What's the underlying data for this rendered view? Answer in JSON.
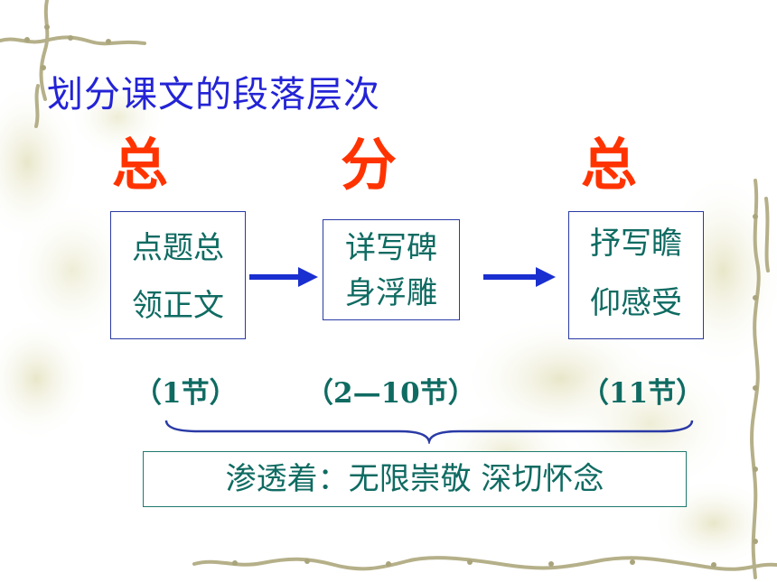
{
  "title": "划分课文的段落层次",
  "structure_labels": [
    "总",
    "分",
    "总"
  ],
  "boxes": [
    {
      "lines": [
        "点题总",
        "领正文"
      ],
      "section": "（1节）"
    },
    {
      "lines": [
        "详写碑",
        "身浮雕"
      ],
      "section": "（2—10节）"
    },
    {
      "lines": [
        "抒写瞻",
        "仰感受"
      ],
      "section": "（11节）"
    }
  ],
  "summary": "渗透着：无限崇敬  深切怀念",
  "colors": {
    "title": "#2323d6",
    "structure_label": "#ff3300",
    "box_text": "#0f6b62",
    "box_border": "#2a3aa6",
    "arrow": "#1a2fd0"
  }
}
